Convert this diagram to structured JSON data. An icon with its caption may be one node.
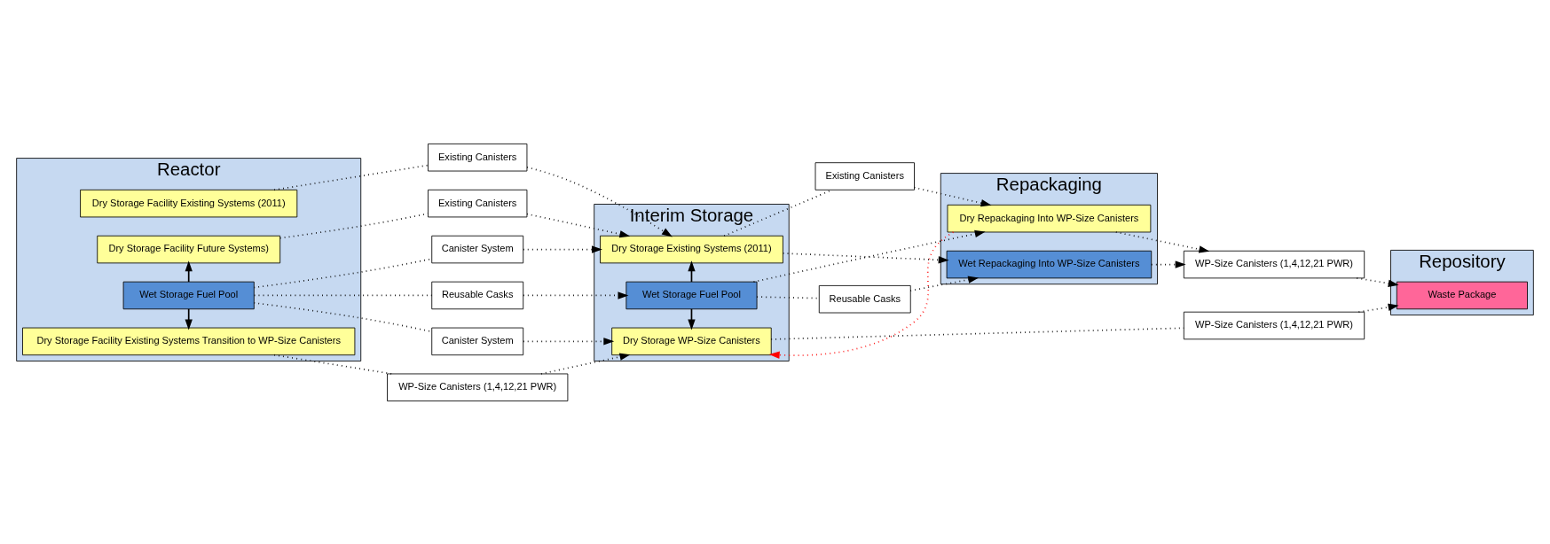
{
  "diagram": {
    "nodes": [
      {
        "text": [
          "Reactor"
        ]
      },
      {
        "text": [
          "Dry Storage Facility Existing Systems (2011)"
        ],
        "in": 0
      },
      {
        "text": [
          "Dry Storage Facility Future Systems)"
        ],
        "in": 0
      },
      {
        "text": [
          "Wet Storage Fuel Pool"
        ],
        "in": 0
      },
      {
        "text": [
          "Dry Storage Facility Existing Systems Transition to WP-Size Canisters"
        ],
        "in": 0
      },
      {
        "text": [
          "Existing Canisters"
        ]
      },
      {
        "text": [
          "Existing Canisters"
        ]
      },
      {
        "text": [
          "Canister System"
        ]
      },
      {
        "text": [
          "Reusable Casks"
        ]
      },
      {
        "text": [
          "Canister System"
        ]
      },
      {
        "text": [
          "WP-Size Canisters (1,4,12,21 PWR)"
        ]
      },
      {
        "text": [
          "Interim Storage"
        ]
      },
      {
        "text": [
          "Dry Storage Existing Systems (2011)"
        ],
        "in": 11
      },
      {
        "text": [
          "Wet Storage Fuel Pool"
        ],
        "in": 11
      },
      {
        "text": [
          "Dry Storage WP-Size Canisters"
        ],
        "in": 11
      },
      {
        "text": [
          "Existing Canisters"
        ]
      },
      {
        "text": [
          "Reusable Casks"
        ]
      },
      {
        "text": [
          "Repackaging"
        ]
      },
      {
        "text": [
          "Dry Repackaging Into WP-Size Canisters"
        ],
        "in": 17
      },
      {
        "text": [
          "Wet Repackaging Into WP-Size Canisters"
        ],
        "in": 17
      },
      {
        "text": [
          "WP-Size Canisters (1,4,12,21 PWR)"
        ]
      },
      {
        "text": [
          "WP-Size Canisters (1,4,12,21 PWR)"
        ]
      },
      {
        "text": [
          "Repository"
        ]
      },
      {
        "text": [
          "Waste Package"
        ],
        "in": 22
      }
    ],
    "edges": [
      {
        "from": 1,
        "to": 5,
        "arrow": "none",
        "style": "dashed"
      },
      {
        "from": 5,
        "to": 12,
        "arrow": "to",
        "style": "dashed"
      },
      {
        "from": 2,
        "to": 6,
        "arrow": "none",
        "style": "dashed"
      },
      {
        "from": 6,
        "to": 12,
        "arrow": "to",
        "style": "dashed"
      },
      {
        "from": 3,
        "to": 2,
        "arrow": "to"
      },
      {
        "from": 3,
        "to": 4,
        "arrow": "to"
      },
      {
        "from": 3,
        "to": 7,
        "arrow": "none",
        "style": "dashed"
      },
      {
        "from": 7,
        "to": 12,
        "arrow": "to",
        "style": "dashed"
      },
      {
        "from": 3,
        "to": 8,
        "arrow": "none",
        "style": "dashed"
      },
      {
        "from": 8,
        "to": 13,
        "arrow": "to",
        "style": "dashed"
      },
      {
        "from": 3,
        "to": 9,
        "arrow": "none",
        "style": "dashed"
      },
      {
        "from": 9,
        "to": 14,
        "arrow": "to",
        "style": "dashed"
      },
      {
        "from": 4,
        "to": 10,
        "arrow": "none",
        "style": "dashed"
      },
      {
        "from": 10,
        "to": 14,
        "arrow": "to",
        "style": "dashed"
      },
      {
        "from": 13,
        "to": 12,
        "arrow": "to"
      },
      {
        "from": 13,
        "to": 14,
        "arrow": "to"
      },
      {
        "from": 12,
        "to": 15,
        "arrow": "none",
        "style": "dashed"
      },
      {
        "from": 15,
        "to": 18,
        "arrow": "to",
        "style": "dashed"
      },
      {
        "from": 12,
        "to": 19,
        "arrow": "to",
        "style": "dashed"
      },
      {
        "from": 13,
        "to": 16,
        "arrow": "none",
        "style": "dashed"
      },
      {
        "from": 16,
        "to": 19,
        "arrow": "to",
        "style": "dashed"
      },
      {
        "from": 13,
        "to": 18,
        "arrow": "to",
        "style": "dashed"
      },
      {
        "from": 18,
        "to": 14,
        "arrow": "to",
        "style": "dashed",
        "color": "#ff0000"
      },
      {
        "from": 18,
        "to": 20,
        "arrow": "to",
        "style": "dashed"
      },
      {
        "from": 19,
        "to": 20,
        "arrow": "to",
        "style": "dashed"
      },
      {
        "from": 20,
        "to": 23,
        "arrow": "to",
        "style": "dashed"
      },
      {
        "from": 14,
        "to": 21,
        "arrow": "none",
        "style": "dashed"
      },
      {
        "from": 21,
        "to": 23,
        "arrow": "to",
        "style": "dashed"
      }
    ]
  }
}
